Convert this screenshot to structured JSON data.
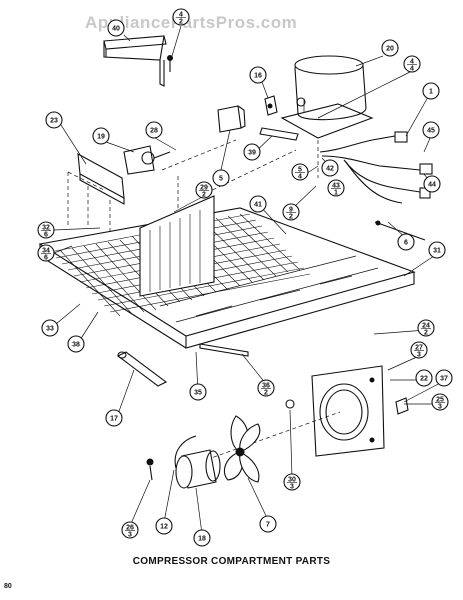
{
  "watermark": "AppliancePartsPros.com",
  "caption": "COMPRESSOR COMPARTMENT PARTS",
  "page_number": "80",
  "callouts": [
    {
      "id": "c40",
      "label": "40"
    },
    {
      "id": "c4",
      "label": "4",
      "sub": "2"
    },
    {
      "id": "c20",
      "label": "20"
    },
    {
      "id": "c4b",
      "label": "4",
      "sub": "4"
    },
    {
      "id": "c16",
      "label": "16"
    },
    {
      "id": "c1",
      "label": "1"
    },
    {
      "id": "c23",
      "label": "23"
    },
    {
      "id": "c19",
      "label": "19"
    },
    {
      "id": "c28",
      "label": "28"
    },
    {
      "id": "c39",
      "label": "39"
    },
    {
      "id": "c45",
      "label": "45"
    },
    {
      "id": "c42",
      "label": "42"
    },
    {
      "id": "c5",
      "label": "5"
    },
    {
      "id": "c5b",
      "label": "5",
      "sub": "4"
    },
    {
      "id": "c43",
      "label": "43",
      "sub": "1"
    },
    {
      "id": "c44",
      "label": "44"
    },
    {
      "id": "c29",
      "label": "29",
      "sub": "2"
    },
    {
      "id": "c41",
      "label": "41"
    },
    {
      "id": "c9",
      "label": "9",
      "sub": "2"
    },
    {
      "id": "c32",
      "label": "32",
      "sub": "6"
    },
    {
      "id": "c34",
      "label": "34",
      "sub": "6"
    },
    {
      "id": "c6",
      "label": "6"
    },
    {
      "id": "c31",
      "label": "31"
    },
    {
      "id": "c33",
      "label": "33"
    },
    {
      "id": "c38",
      "label": "38"
    },
    {
      "id": "c24",
      "label": "24",
      "sub": "2"
    },
    {
      "id": "c27",
      "label": "27",
      "sub": "3"
    },
    {
      "id": "c22",
      "label": "22"
    },
    {
      "id": "c37",
      "label": "37"
    },
    {
      "id": "c36",
      "label": "36",
      "sub": "2"
    },
    {
      "id": "c35",
      "label": "35"
    },
    {
      "id": "c25",
      "label": "25",
      "sub": "3"
    },
    {
      "id": "c17",
      "label": "17"
    },
    {
      "id": "c30",
      "label": "30",
      "sub": "3"
    },
    {
      "id": "c26",
      "label": "26",
      "sub": "3"
    },
    {
      "id": "c12",
      "label": "12"
    },
    {
      "id": "c18",
      "label": "18"
    },
    {
      "id": "c7",
      "label": "7"
    }
  ]
}
